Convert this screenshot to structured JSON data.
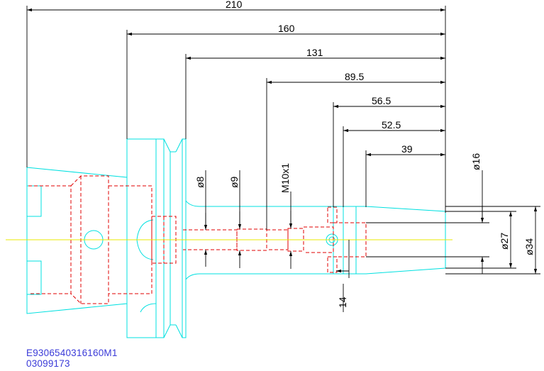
{
  "colors": {
    "outline": "#00e0e0",
    "hidden": "#e00000",
    "centerline": "#e8e800",
    "dimension": "#000000",
    "caption": "#3a3ad8",
    "background": "#ffffff"
  },
  "dimensions": {
    "len_210": "210",
    "len_160": "160",
    "len_131": "131",
    "len_89_5": "89.5",
    "len_56_5": "56.5",
    "len_52_5": "52.5",
    "len_39": "39",
    "dia_8": "ø8",
    "dia_9": "ø9",
    "thread": "M10x1",
    "dia_16": "ø16",
    "dia_27": "ø27",
    "dia_34": "ø34",
    "len_14": "14"
  },
  "caption": {
    "part_number": "E9306540316160M1",
    "order_code": "03099173"
  }
}
